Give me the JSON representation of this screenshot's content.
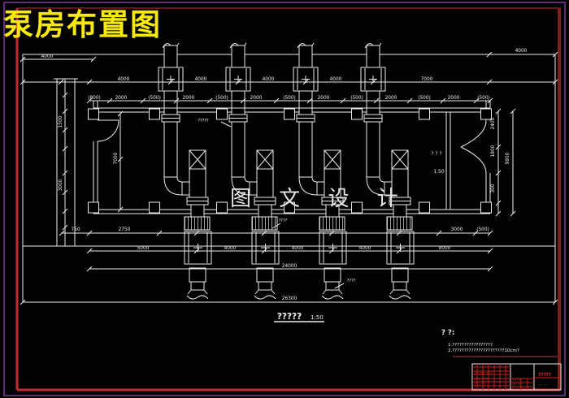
{
  "title": "泵房布置图",
  "watermark": "图 文 设 计",
  "figure": {
    "label": "?????",
    "scale": "1:50"
  },
  "notes": {
    "heading": "? ?:",
    "line1": "1.?????????????????.",
    "line2": "2.??????????????????????10cm?"
  },
  "dims": {
    "a0": "4000",
    "a1": "4000",
    "b": [
      "4000",
      "4000",
      "4000",
      "4000",
      "7000"
    ],
    "c": [
      "(800)",
      "2000",
      "(500)",
      "2000",
      "(500)",
      "2000",
      "(500)",
      "2000",
      "(500)",
      "2000",
      "(500)",
      "2000",
      "(500)"
    ],
    "d": [
      "750",
      "2750",
      "3000",
      "(500)"
    ],
    "e": [
      "5000",
      "4000",
      "4000",
      "4000",
      "8000"
    ],
    "f": "24000",
    "g": "26300",
    "right": [
      "2400",
      "1800",
      "300",
      "9900"
    ],
    "left": [
      "1500",
      "3000"
    ],
    "inner": "7000"
  },
  "labels": {
    "leader1": "?????",
    "leader2": "????",
    "leader3": "????",
    "room": "? ? ?",
    "elevation": "1.50"
  },
  "title_block": {
    "r1": "????? ???",
    "r2": "??? ???",
    "r3": "??? ??",
    "m1": "????",
    "m2": "?? ??",
    "name": "?????",
    "dash": "— —"
  },
  "colors": {
    "line": "#e9e9e9",
    "title_yellow": "#f8e90c",
    "frame_red_bright": "#c32b34",
    "frame_red_dark": "#6b1616",
    "frame_purple": "#5f2c80",
    "title_block_red": "#c32222"
  }
}
